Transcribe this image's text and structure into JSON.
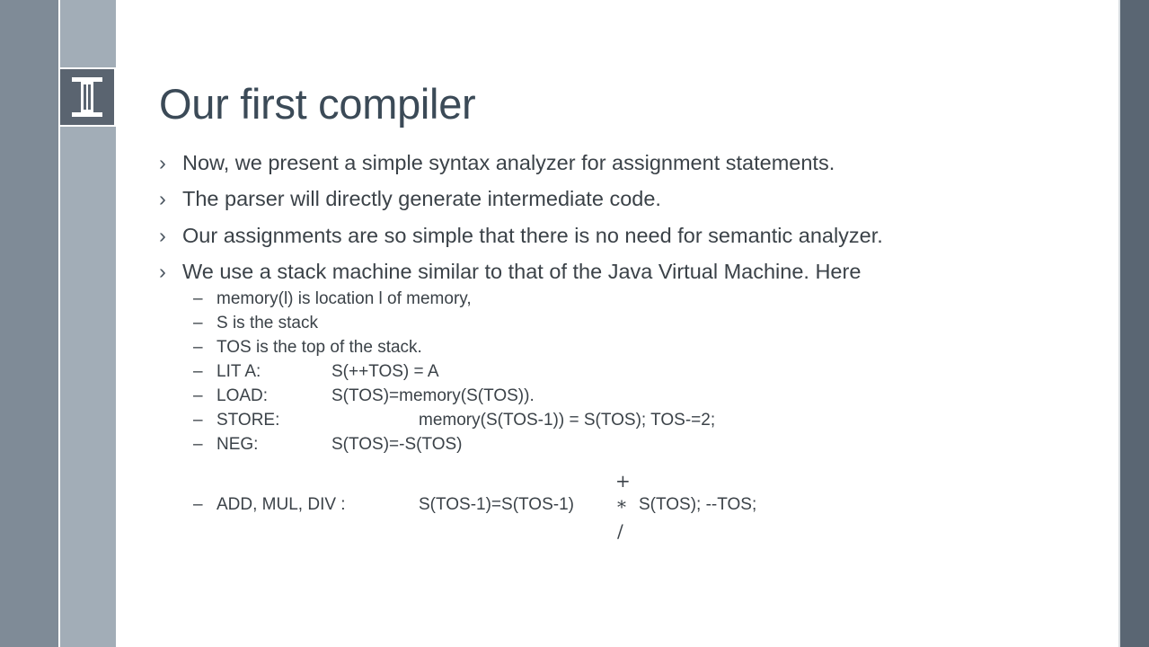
{
  "slide": {
    "title": "Our first compiler",
    "bullets": [
      "Now, we present a simple syntax analyzer for assignment statements.",
      "The parser will directly generate intermediate code.",
      "Our assignments are so simple that there is no need for semantic analyzer.",
      "We use a stack machine similar to that of the Java Virtual Machine. Here"
    ],
    "bullet_mark": "›",
    "sub_mark": "–",
    "sub_bullets": {
      "memory": "memory(l) is location l of memory,",
      "stack": "S is the stack",
      "tos": "TOS is the top of the stack.",
      "lit_label": "LIT A:",
      "lit_def": "S(++TOS) = A",
      "load_label": "LOAD:",
      "load_def": "S(TOS)=memory(S(TOS)).",
      "store_label": "STORE:",
      "store_def": "memory(S(TOS-1)) = S(TOS); TOS-=2;",
      "neg_label": "NEG:",
      "neg_def": "S(TOS)=-S(TOS)",
      "arith_label": "ADD, MUL, DIV :",
      "arith_def_left": "S(TOS-1)=S(TOS-1)",
      "arith_ops": [
        "+",
        "*",
        "/"
      ],
      "arith_def_right": "S(TOS); --TOS;"
    }
  },
  "colors": {
    "left_bar": "#7f8b97",
    "left_panel": "#a2adb7",
    "right_bar": "#5a6673",
    "logo": "#5a6470",
    "text": "#3b4248"
  }
}
